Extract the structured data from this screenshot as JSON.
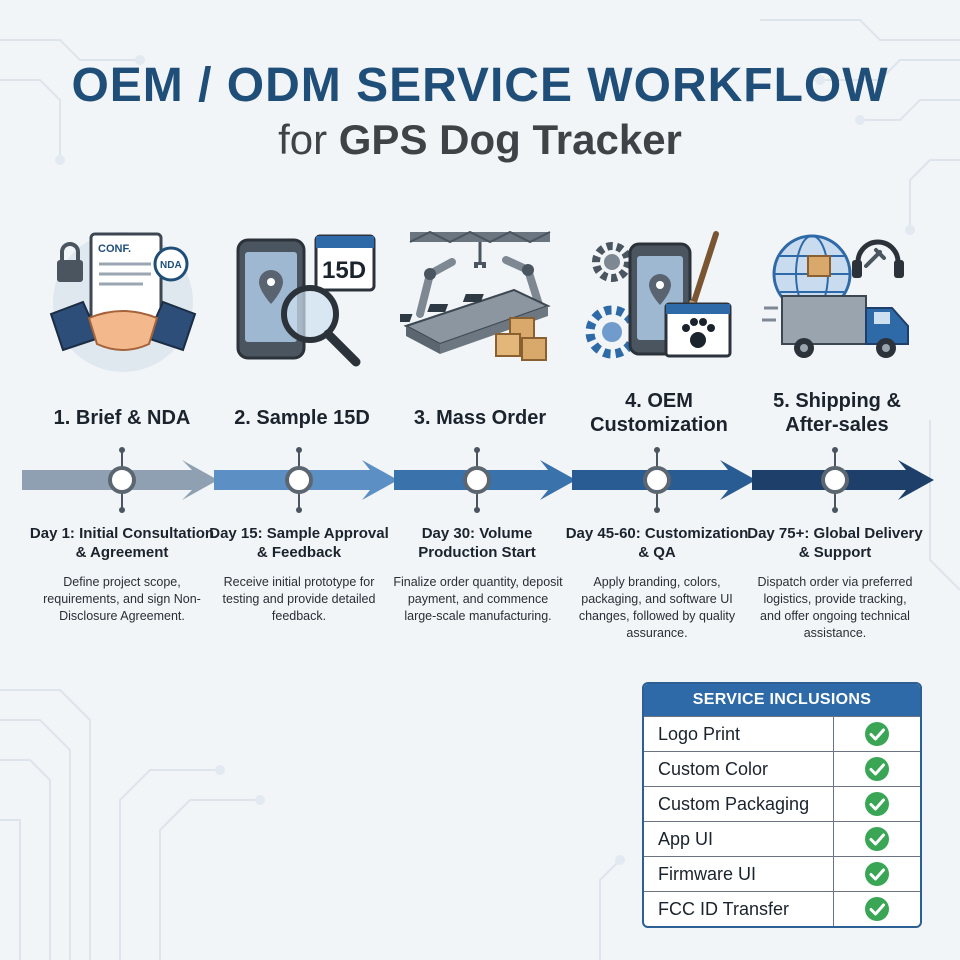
{
  "header": {
    "title": "OEM / ODM SERVICE WORKFLOW",
    "subtitle_prefix": "for",
    "subtitle_bold": "GPS Dog Tracker"
  },
  "steps": [
    {
      "title": "1. Brief & NDA",
      "day": "Day 1: Initial Consultation & Agreement",
      "desc": "Define project scope, requirements, and sign Non-Disclosure Agreement.",
      "icon": "handshake-nda-icon",
      "icon_texts": [
        "CONF.",
        "NDA"
      ]
    },
    {
      "title": "2. Sample 15D",
      "day": "Day 15: Sample Approval & Feedback",
      "desc": "Receive initial prototype for testing and provide detailed feedback.",
      "icon": "phone-magnifier-calendar-icon",
      "icon_texts": [
        "15D"
      ]
    },
    {
      "title": "3. Mass Order",
      "day": "Day 30: Volume Production Start",
      "desc": "Finalize order quantity, deposit payment, and commence large-scale manufacturing.",
      "icon": "factory-conveyor-icon",
      "icon_texts": []
    },
    {
      "title": "4. OEM Customization",
      "day": "Day 45-60: Customization & QA",
      "desc": "Apply branding, colors, packaging, and software UI changes, followed by quality assurance.",
      "icon": "customization-gears-paintbrush-icon",
      "icon_texts": []
    },
    {
      "title": "5. Shipping & After-sales",
      "day": "Day 75+: Global Delivery & Support",
      "desc": "Dispatch order via preferred logistics, provide tracking, and offer ongoing technical assistance.",
      "icon": "globe-truck-headset-icon",
      "icon_texts": []
    }
  ],
  "inclusions": {
    "header": "SERVICE INCLUSIONS",
    "items": [
      "Logo Print",
      "Custom Color",
      "Custom Packaging",
      "App UI",
      "Firmware UI",
      "FCC ID Transfer"
    ],
    "check_icon": "check-circle-icon"
  },
  "colors": {
    "title": "#1f4e79",
    "arrow_1": "#8fa0b2",
    "arrow_2": "#5c8fc4",
    "arrow_3": "#3a72ac",
    "arrow_4": "#2a5c94",
    "arrow_5": "#1e3f6a",
    "check": "#3aa655",
    "table_header": "#2f6aa8"
  }
}
